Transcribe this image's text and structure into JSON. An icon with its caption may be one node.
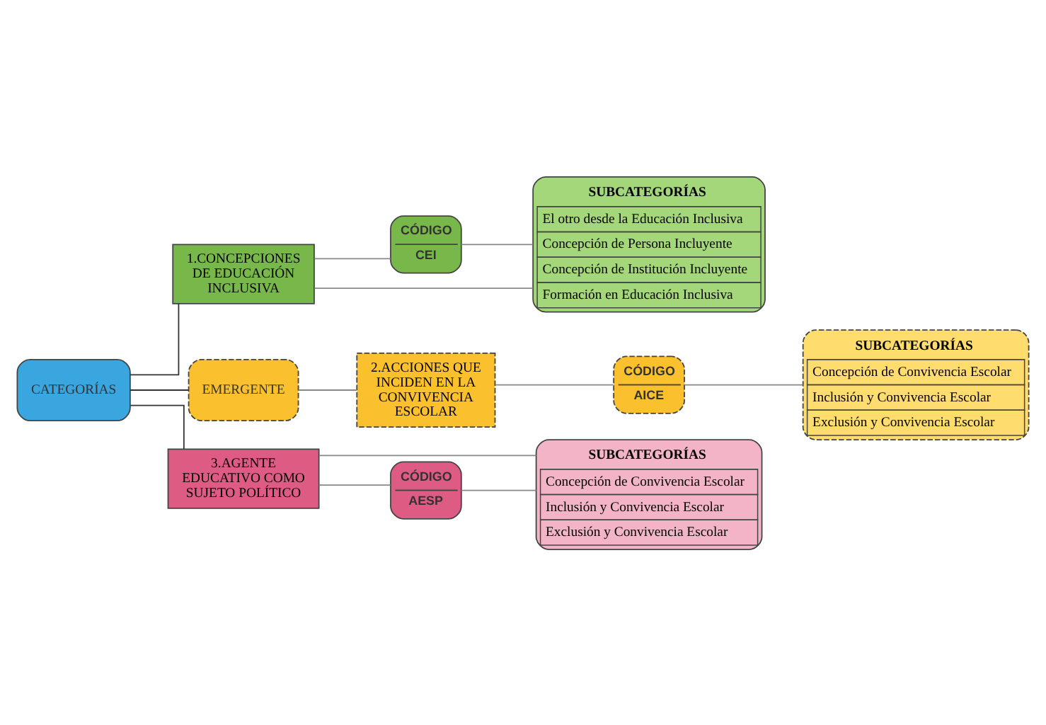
{
  "diagram": {
    "nodes": [
      {
        "text": [
          "CATEGORÍAS"
        ]
      },
      {
        "text": [
          "1.CONCEPCIONES DE EDUCACIÓN INCLUSIVA"
        ]
      },
      {
        "text": [
          "CÓDIGO",
          "CEI"
        ]
      },
      {
        "text": [
          "SUBCATEGORÍAS",
          "El otro desde la Educación Inclusiva",
          "Concepción de Persona Incluyente",
          "Concepción de Institución Incluyente",
          "Formación en Educación Inclusiva"
        ]
      },
      {
        "text": [
          "EMERGENTE"
        ]
      },
      {
        "text": [
          "2.ACCIONES QUE INCIDEN EN LA CONVIVENCIA ESCOLAR"
        ]
      },
      {
        "text": [
          "CÓDIGO",
          "AICE"
        ]
      },
      {
        "text": [
          "SUBCATEGORÍAS",
          "Concepción de Convivencia Escolar",
          "Inclusión y Convivencia Escolar",
          "Exclusión y Convivencia Escolar"
        ]
      },
      {
        "text": [
          "3.AGENTE EDUCATIVO COMO SUJETO POLÍTICO"
        ]
      },
      {
        "text": [
          "CÓDIGO",
          "AESP"
        ]
      },
      {
        "text": [
          "SUBCATEGORÍAS",
          "Concepción de Convivencia Escolar",
          "Inclusión y Convivencia Escolar",
          "Exclusión y Convivencia Escolar"
        ]
      }
    ],
    "edges": [
      {
        "from": 0,
        "to": 1,
        "arrow": "none",
        "color": "#333333"
      },
      {
        "from": 0,
        "to": 4,
        "arrow": "none",
        "color": "#333333"
      },
      {
        "from": 0,
        "to": 8,
        "arrow": "none",
        "color": "#333333"
      },
      {
        "from": 1,
        "to": 2,
        "arrow": "none"
      },
      {
        "from": 2,
        "to": 3,
        "arrow": "none"
      },
      {
        "from": 1,
        "to": 3,
        "arrow": "none"
      },
      {
        "from": 4,
        "to": 5,
        "arrow": "none"
      },
      {
        "from": 5,
        "to": 6,
        "arrow": "none"
      },
      {
        "from": 6,
        "to": 7,
        "arrow": "none"
      },
      {
        "from": 8,
        "to": 9,
        "arrow": "none"
      },
      {
        "from": 9,
        "to": 10,
        "arrow": "none"
      },
      {
        "from": 8,
        "to": 10,
        "arrow": "none"
      }
    ]
  }
}
